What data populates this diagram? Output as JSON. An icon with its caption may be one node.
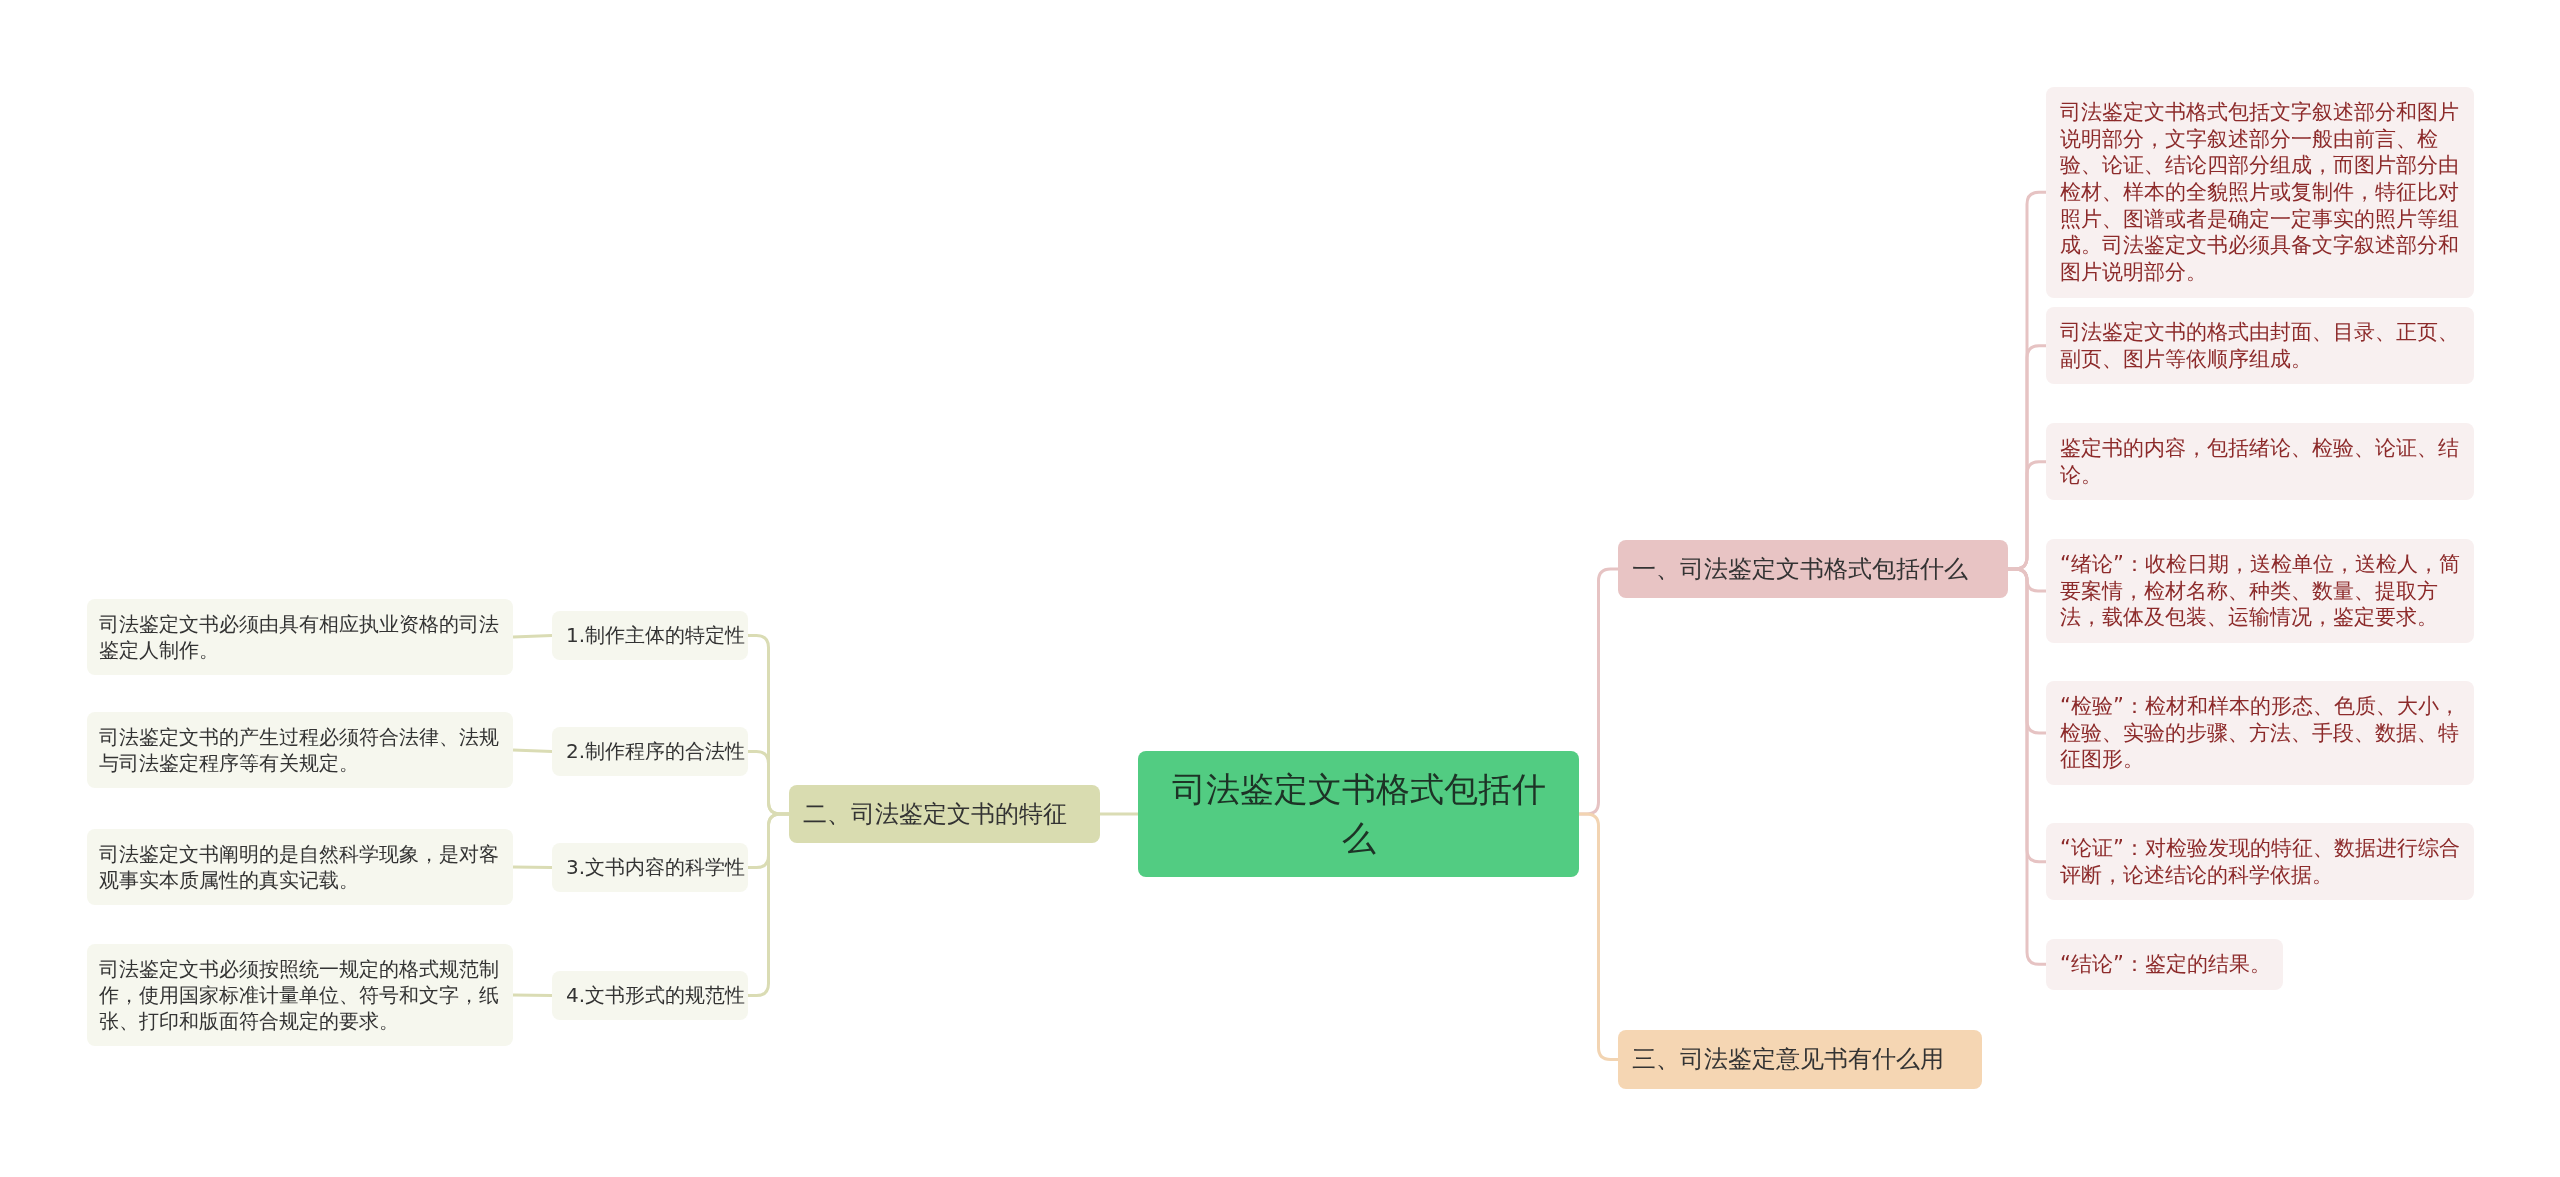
{
  "diagram": {
    "nodes": [
      {
        "text": [
          "司法鉴定文书格式包括什么"
        ]
      },
      {
        "text": [
          "一、司法鉴定文书格式包括什么"
        ]
      },
      {
        "text": [
          "司法鉴定文书格式包括文字叙述部分和图片说明部分，文字叙述部分一般由前言、检验、论证、结论四部分组成，而图片部分由检材、样本的全貌照片或复制件，特征比对照片、图谱或者是确定一定事实的照片等组成。司法鉴定文书必须具备文字叙述部分和图片说明部分。"
        ]
      },
      {
        "text": [
          "司法鉴定文书的格式由封面、目录、正页、副页、图片等依顺序组成。"
        ]
      },
      {
        "text": [
          "鉴定书的内容，包括绪论、检验、论证、结论。"
        ]
      },
      {
        "text": [
          "“绪论”：收检日期，送检单位，送检人，简要案情，检材名称、种类、数量、提取方法，载体及包装、运输情况，鉴定要求。"
        ]
      },
      {
        "text": [
          "“检验”：检材和样本的形态、色质、大小，检验、实验的步骤、方法、手段、数据、特征图形。"
        ]
      },
      {
        "text": [
          "“论证”：对检验发现的特征、数据进行综合评断，论述结论的科学依据。"
        ]
      },
      {
        "text": [
          "“结论”：鉴定的结果。"
        ]
      },
      {
        "text": [
          "三、司法鉴定意见书有什么用"
        ]
      },
      {
        "text": [
          "二、司法鉴定文书的特征"
        ]
      },
      {
        "text": [
          "1.制作主体的特定性"
        ]
      },
      {
        "text": [
          "司法鉴定文书必须由具有相应执业资格的司法鉴定人制作。"
        ]
      },
      {
        "text": [
          "2.制作程序的合法性"
        ]
      },
      {
        "text": [
          "司法鉴定文书的产生过程必须符合法律、法规与司法鉴定程序等有关规定。"
        ]
      },
      {
        "text": [
          "3.文书内容的科学性"
        ]
      },
      {
        "text": [
          "司法鉴定文书阐明的是自然科学现象，是对客观事实本质属性的真实记载。"
        ]
      },
      {
        "text": [
          "4.文书形式的规范性"
        ]
      },
      {
        "text": [
          "司法鉴定文书必须按照统一规定的格式规范制作，使用国家标准计量单位、符号和文字，纸张、打印和版面符合规定的要求。"
        ]
      }
    ],
    "edges": [
      {
        "from": 0,
        "to": 1,
        "arrow": "none",
        "color": "#e6c3c3"
      },
      {
        "from": 1,
        "to": 2,
        "arrow": "none",
        "color": "#e6c3c3"
      },
      {
        "from": 1,
        "to": 3,
        "arrow": "none",
        "color": "#e6c3c3"
      },
      {
        "from": 1,
        "to": 4,
        "arrow": "none",
        "color": "#e6c3c3"
      },
      {
        "from": 1,
        "to": 5,
        "arrow": "none",
        "color": "#e6c3c3"
      },
      {
        "from": 1,
        "to": 6,
        "arrow": "none",
        "color": "#e6c3c3"
      },
      {
        "from": 1,
        "to": 7,
        "arrow": "none",
        "color": "#e6c3c3"
      },
      {
        "from": 1,
        "to": 8,
        "arrow": "none",
        "color": "#e6c3c3"
      },
      {
        "from": 0,
        "to": 9,
        "arrow": "none",
        "color": "#f2d4b2"
      },
      {
        "from": 0,
        "to": 10,
        "arrow": "none",
        "color": "#dadcb4"
      },
      {
        "from": 10,
        "to": 11,
        "arrow": "none",
        "color": "#dadcb4"
      },
      {
        "from": 11,
        "to": 12,
        "arrow": "none",
        "color": "#dadcb4"
      },
      {
        "from": 10,
        "to": 13,
        "arrow": "none",
        "color": "#dadcb4"
      },
      {
        "from": 13,
        "to": 14,
        "arrow": "none",
        "color": "#dadcb4"
      },
      {
        "from": 10,
        "to": 15,
        "arrow": "none",
        "color": "#dadcb4"
      },
      {
        "from": 15,
        "to": 16,
        "arrow": "none",
        "color": "#dadcb4"
      },
      {
        "from": 10,
        "to": 17,
        "arrow": "none",
        "color": "#dadcb4"
      },
      {
        "from": 17,
        "to": 18,
        "arrow": "none",
        "color": "#dadcb4"
      }
    ]
  }
}
